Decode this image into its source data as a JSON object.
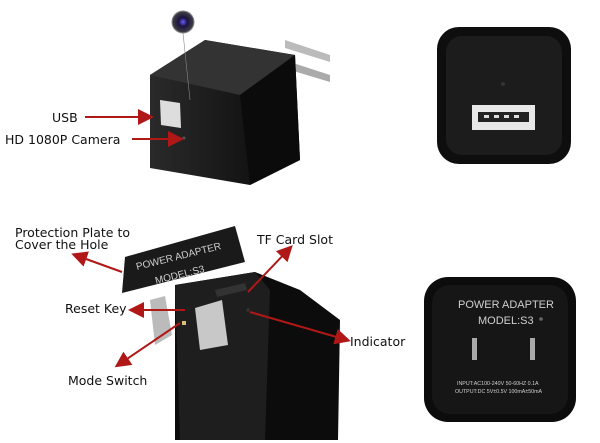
{
  "labels": {
    "usb": "USB",
    "camera": "HD 1080P Camera",
    "protection_line1": "Protection Plate to",
    "protection_line2": "Cover the Hole",
    "tf_card": "TF Card Slot",
    "reset_key": "Reset Key",
    "indicator": "Indicator",
    "mode_switch": "Mode Switch"
  },
  "device_print": {
    "line1": "POWER ADAPTER",
    "line2": "MODEL:S3",
    "spec1": "INPUT:AC100-240V  50-60HZ  0.1A",
    "spec2": "OUTPUT:DC  5V±0.5V  100mA±50mA"
  },
  "colors": {
    "arrow": "#b01818",
    "device": "#141414"
  }
}
